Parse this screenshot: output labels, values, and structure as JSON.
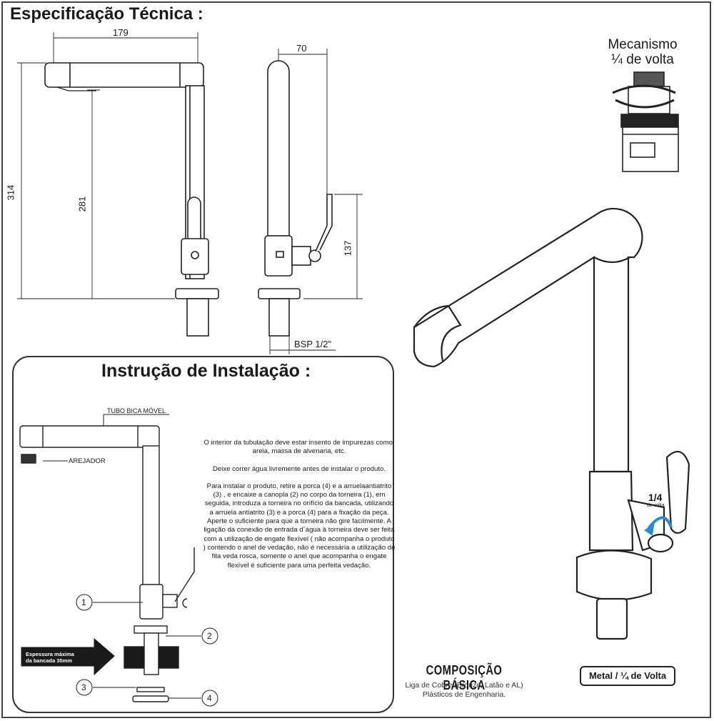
{
  "spec": {
    "title": "Especificação Técnica :",
    "dim_179": "179",
    "dim_70": "70",
    "dim_314": "314",
    "dim_281": "281",
    "dim_137": "137",
    "thread": "BSP 1/2\""
  },
  "mechanism": {
    "line1": "Mecanismo",
    "line2": "¼ de volta"
  },
  "quarter_turn": {
    "value": "1/4",
    "caption": "de volta"
  },
  "install": {
    "title": "Instrução de Instalação :",
    "label_tube": "TUBO BICA MÓVEL",
    "label_aerator": "AREJADOR",
    "arrow_label_1": "Espessura máxima",
    "arrow_label_2": "da bancada 35mm",
    "callouts": [
      "1",
      "2",
      "3",
      "4"
    ],
    "paragraph1": "O interior da tubulação deve estar insento de impurezas como: areia, massa de alvenaria, etc.",
    "paragraph2": "Deixe correr água livremente antes de instalar o produto.",
    "paragraph3": "Para instalar o produto, retire a porca (4) e a arruelaantiatrito (3) , e encaixe a canopla (2) no corpo da torneira (1), em seguida, introduza a torneira no orifício da bancada, utilizando a arruela antiatrito (3) e a porca (4) para a fixação da peça. Aperte o suficiente para que a torneira não gire facilmente. A ligação da conexão de entrada d´água à torneira deve ser feita com a utilização de engate flexível ( não acompanha o produto ) contendo o anel de vedação, não é necessária a utilização de fita veda rosca, somente o anel que acompanha o engate flexível é suficiente para uma perfeita vedação."
  },
  "composition": {
    "title": "COMPOSIÇÃO BÁSICA",
    "line1": "Liga de Cobre (Bronze, Latão e AL)",
    "line2": "Plásticos de Engenharia."
  },
  "badge": "Metal / ¼ de Volta"
}
